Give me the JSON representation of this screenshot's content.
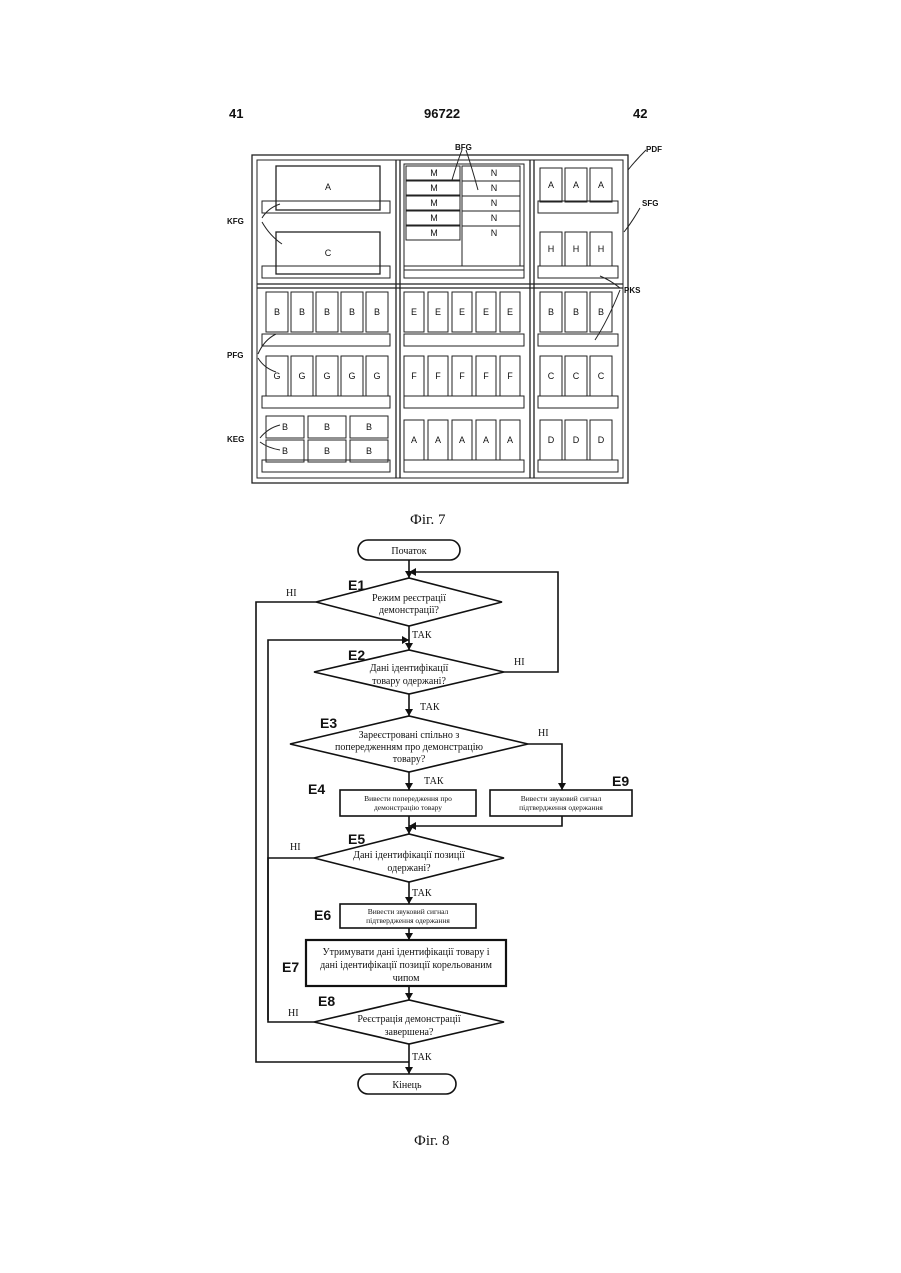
{
  "header": {
    "page_left": "41",
    "doc_number": "96722",
    "page_right": "42"
  },
  "figure7": {
    "caption": "Фіг. 7",
    "labels": {
      "pdf": "PDF",
      "sfg": "SFG",
      "bfg": "BFG",
      "kfg": "KFG",
      "pks": "PKS",
      "pfg": "PFG",
      "keg": "KEG"
    },
    "products": {
      "box_a": "A",
      "box_c": "C",
      "m": [
        "M",
        "M",
        "M",
        "M",
        "M"
      ],
      "n": [
        "N",
        "N",
        "N",
        "N",
        "N"
      ],
      "row1_right": [
        "A",
        "A",
        "A"
      ],
      "row1_right_bottom": [
        "H",
        "H",
        "H"
      ],
      "row2_left_top": [
        "B",
        "B",
        "B",
        "B",
        "B"
      ],
      "row2_mid_top": [
        "E",
        "E",
        "E",
        "E",
        "E"
      ],
      "row2_right_top": [
        "B",
        "B",
        "B"
      ],
      "row2_left_bottom": [
        "G",
        "G",
        "G",
        "G",
        "G"
      ],
      "row2_mid_bottom": [
        "F",
        "F",
        "F",
        "F",
        "F"
      ],
      "row2_right_bottom": [
        "C",
        "C",
        "C"
      ],
      "row3_left_top": [
        "B",
        "B",
        "B"
      ],
      "row3_left_bottom": [
        "B",
        "B",
        "B"
      ],
      "row3_mid": [
        "A",
        "A",
        "A",
        "A",
        "A"
      ],
      "row3_right": [
        "D",
        "D",
        "D"
      ]
    }
  },
  "figure8": {
    "caption": "Фіг. 8",
    "start": "Початок",
    "end": "Кінець",
    "steps": {
      "e1": {
        "id": "E1",
        "lines": [
          "Режим реєстрації",
          "демонстрації?"
        ]
      },
      "e2": {
        "id": "E2",
        "lines": [
          "Дані ідентифікації",
          "товару одержані?"
        ]
      },
      "e3": {
        "id": "E3",
        "lines": [
          "Зареєстровані спільно з",
          "попередженням про демонстрацію",
          "товару?"
        ]
      },
      "e4": {
        "id": "E4",
        "lines": [
          "Вивести попередження про",
          "демонстрацію товару"
        ]
      },
      "e5": {
        "id": "E5",
        "lines": [
          "Дані ідентифікації позиції",
          "одержані?"
        ]
      },
      "e6": {
        "id": "E6",
        "lines": [
          "Вивести звуковий сигнал",
          "підтвердження одержання"
        ]
      },
      "e7": {
        "id": "E7",
        "lines": [
          "Утримувати дані ідентифікації товару і",
          "дані ідентифікації позиції корельованим",
          "чипом"
        ]
      },
      "e8": {
        "id": "E8",
        "lines": [
          "Реєстрація демонстрації",
          "завершена?"
        ]
      },
      "e9": {
        "id": "E9",
        "lines": [
          "Вивести звуковий сигнал",
          "підтвердження одержання"
        ]
      }
    },
    "yes": "ТАК",
    "no": "НІ"
  }
}
